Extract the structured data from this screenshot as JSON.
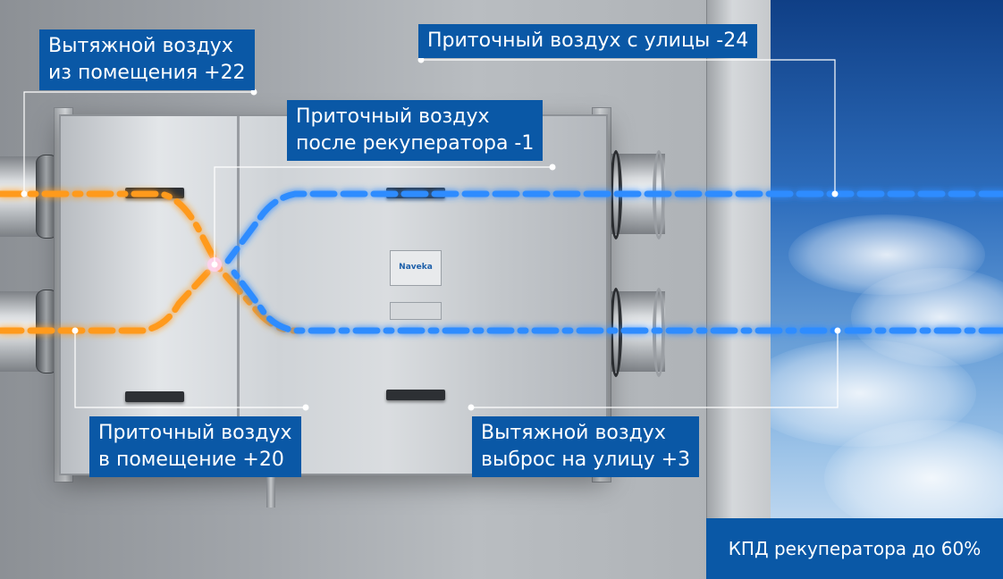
{
  "labels": {
    "exhaust_in": [
      "Вытяжной воздух",
      "из помещения +22"
    ],
    "supply_outdoor": [
      "Приточный воздух с улицы -24"
    ],
    "supply_after": [
      "Приточный воздух",
      "после рекуператора -1"
    ],
    "supply_room": [
      "Приточный воздух",
      "в помещение +20"
    ],
    "exhaust_out": [
      "Вытяжной воздух",
      "выброс на улицу +3"
    ]
  },
  "footer": {
    "efficiency": "КПД рекуператора до 60%"
  },
  "brand": {
    "logo": "Naveka"
  },
  "colors": {
    "label_bg": "#0a58a6",
    "warm_flow": "#ff9a1f",
    "cold_flow": "#2f8cff"
  }
}
